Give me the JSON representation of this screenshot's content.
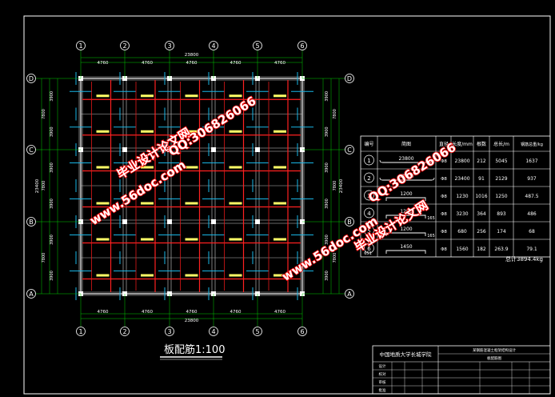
{
  "drawing": {
    "title": "板配筋1:100",
    "grid_cols": [
      "1",
      "2",
      "3",
      "4",
      "5",
      "6"
    ],
    "grid_rows_bottom_to_top": [
      "A",
      "B",
      "C",
      "D"
    ],
    "dim_bay": "4760",
    "dim_total": "23800",
    "dim_total_vertical": "23400",
    "watermarks": [
      "毕业设计论文网",
      "www.56doc.com",
      "QQ:306826066"
    ]
  },
  "rebar_table": {
    "headers": [
      "编号",
      "简图",
      "直径",
      "长度/mm",
      "根数",
      "总长/m",
      "钢筋总重/kg"
    ],
    "rows": [
      {
        "no": "1",
        "sketch": "23800",
        "dia": "Φ8",
        "len": "23800",
        "count": "212",
        "total": "5045",
        "weight": "1637"
      },
      {
        "no": "2",
        "sketch": "23400",
        "dia": "Φ8",
        "len": "23400",
        "count": "91",
        "total": "2129",
        "weight": "937"
      },
      {
        "no": "3",
        "sketch": "1200",
        "dia": "Φ8",
        "len": "1230",
        "count": "1016",
        "total": "1250",
        "weight": "487.5"
      },
      {
        "no": "4",
        "sketch": "1200",
        "dia": "Φ8",
        "len": "3230",
        "count": "364",
        "total": "893",
        "weight": "486"
      },
      {
        "no": "5",
        "sketch": "1200",
        "dia": "Φ8",
        "len": "680",
        "count": "256",
        "total": "174",
        "weight": "68"
      },
      {
        "no": "6",
        "sketch": "1450",
        "dia": "Φ8",
        "len": "1560",
        "count": "182",
        "total": "263.9",
        "weight": "79.1"
      }
    ],
    "sketch_hooks": [
      "165",
      "165"
    ],
    "sketch_side": "651",
    "total_label": "总计3894.4kg"
  },
  "title_block": {
    "school": "中国地质大学长城学院",
    "project": "某钢筋混凝土框架结构设计",
    "drawing_name": "板配筋图",
    "rows": [
      "设计",
      "校对",
      "审核",
      "批准"
    ]
  }
}
